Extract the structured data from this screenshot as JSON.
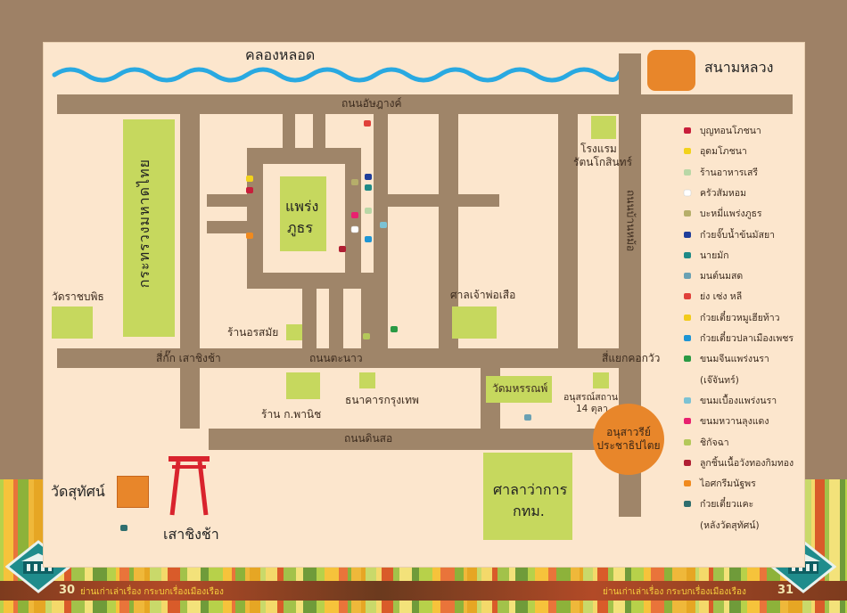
{
  "map": {
    "canal": "คลองหลอด",
    "roads": {
      "upper": "ถนนอัษฎางค์",
      "middle": "ถนนตะนาว",
      "lower": "ถนนดินสอ",
      "vertical": "ถนนบ้านหม้อ"
    },
    "places": {
      "sanam_luang": "สนามหลวง",
      "ministry": "กระทรวงมหาดไทย",
      "phraeng_phuthon": [
        "แพร่ง",
        "ภูธร"
      ],
      "hotel": [
        "โรงแรม",
        "รัตนโกสินทร์"
      ],
      "wat_ratchabophit": "วัดราชบพิธ",
      "shrine": "ศาลเจ้าพ่อเสือ",
      "orasamai": "ร้านอรสมัย",
      "sikak_left": "สี่กั๊ก เสาชิงช้า",
      "sikak_right": "สี่แยกคอกวัว",
      "wat_mahannop": "วัดมหรรณพ์",
      "monument": [
        "อนุสรณ์สถาน",
        "14 ตุลา"
      ],
      "kor_panich": "ร้าน ก.พานิช",
      "bangkok_bank": "ธนาคารกรุงเทพ",
      "democracy": [
        "อนุสาวรีย์",
        "ประชาธิปไตย"
      ],
      "city_hall": [
        "ศาลาว่าการ",
        "กทม."
      ],
      "wat_suthat": "วัดสุทัศน์",
      "giant_swing": "เสาชิงช้า"
    }
  },
  "legend": [
    {
      "label": "บุญทอนโภชนา",
      "color": "#c81e3a"
    },
    {
      "label": "อุดมโภชนา",
      "color": "#f2d21b"
    },
    {
      "label": "ร้านอาหารเสรี",
      "color": "#b9d7a6"
    },
    {
      "label": "ครัวสัมหอม",
      "color": "#ffffff"
    },
    {
      "label": "บะหมี่แพร่งภูธร",
      "color": "#b6ae6a"
    },
    {
      "label": "ก๋วยจั๊บน้ำข้นมัสยา",
      "color": "#1f3e9a"
    },
    {
      "label": "นายมัก",
      "color": "#1f8a86"
    },
    {
      "label": "มนต์นมสด",
      "color": "#6aa1b3"
    },
    {
      "label": "ย่ง เซ่ง หลี",
      "color": "#e0413a"
    },
    {
      "label": "ก๋วยเตี๋ยวหมูเฮียท้าว",
      "color": "#f2cb1b"
    },
    {
      "label": "ก๋วยเตี๋ยวปลาเมืองเพชร",
      "color": "#1e95d4"
    },
    {
      "label": "ขนมจีนแพร่งนรา",
      "color": "#2a9a44"
    },
    {
      "label": "(เจ๊จันทร์)",
      "color": ""
    },
    {
      "label": "ขนมเบื้องแพร่งนรา",
      "color": "#7cc2d4"
    },
    {
      "label": "ขนมหวานลุงแดง",
      "color": "#e8216f"
    },
    {
      "label": "ชิกัจฉา",
      "color": "#b4c85a"
    },
    {
      "label": "ลูกชิ้นเนื้อวังทองกิมทอง",
      "color": "#b01f33"
    },
    {
      "label": "ไอศกรีมนัฐพร",
      "color": "#f08a1e"
    },
    {
      "label": "ก๋วยเตี๋ยวแคะ",
      "color": "#2f6e6e"
    },
    {
      "label": "(หลังวัดสุทัศน์)",
      "color": ""
    }
  ],
  "footer": {
    "page_left": "30",
    "page_right": "31",
    "title": "ย่านเก่าเล่าเรื่อง กระบกเรื่องเมืองเรือง"
  },
  "colors": {
    "road": "#9f8569",
    "block": "#c6d85e",
    "orange": "#e8862a",
    "canal": "#29a9e1",
    "map_bg": "#fce6cd",
    "frame": "#9e8166"
  }
}
